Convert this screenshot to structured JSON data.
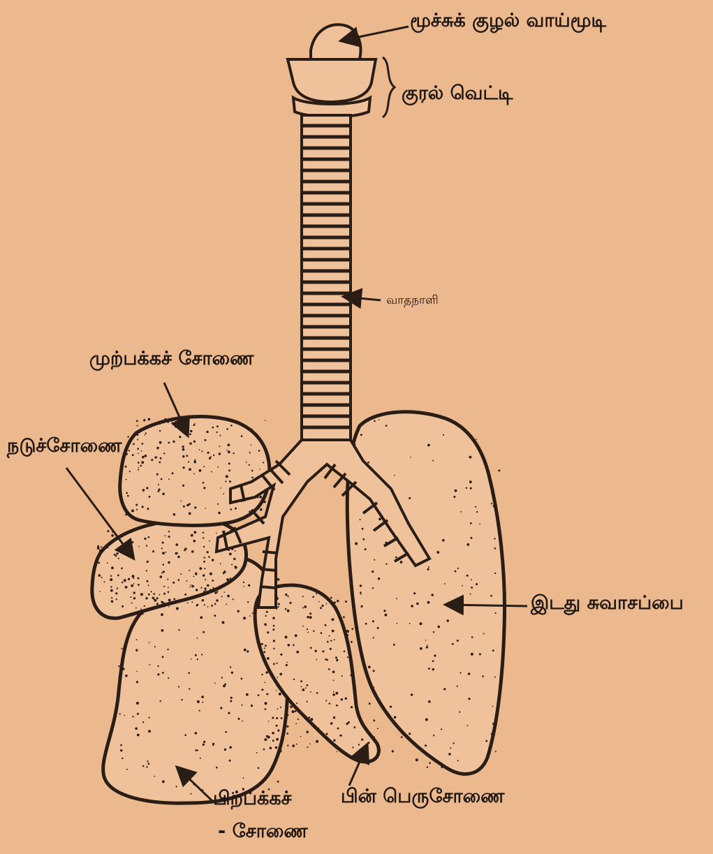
{
  "diagram": {
    "colors": {
      "paper": "#ecb98f",
      "ink": "#2a1d15",
      "lung_fill": "#f0c29b"
    },
    "labels": {
      "epiglottis": "மூச்சுக் குழல் வாய்மூடி",
      "larynx": "குரல் வெட்டி",
      "trachea": "வாதநாளி",
      "right_upper_lobe": "முற்பக்கச் சோணை",
      "right_middle_lobe": "நடுச்சோணை",
      "left_lung": "இடது சுவாசப்பை",
      "right_lower_lobe_line1": "பிற்பக்கச்",
      "right_lower_lobe_line2": "- சோணை",
      "posterior_lobe": "பின் பெருசோணை"
    }
  }
}
